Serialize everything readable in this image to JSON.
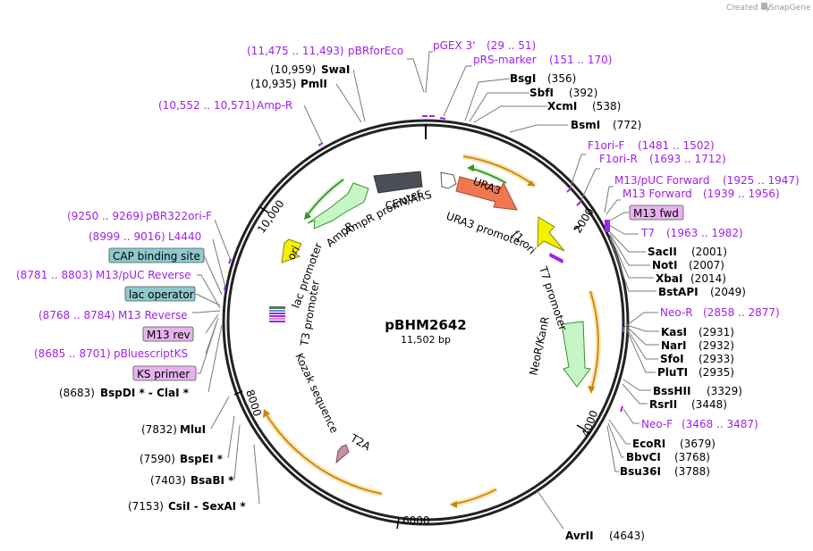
{
  "credit": {
    "prefix": "Created by",
    "brand": "SnapGene"
  },
  "plasmid": {
    "name": "pBHM2642",
    "length_label": "11,502 bp"
  },
  "ticks": [
    "2000",
    "4000",
    "6000",
    "8000",
    "10,000"
  ],
  "sites_right": [
    {
      "name": "BsgI",
      "pos": "(356)"
    },
    {
      "name": "SbfI",
      "pos": "(392)"
    },
    {
      "name": "XcmI",
      "pos": "(538)"
    },
    {
      "name": "BsmI",
      "pos": "(772)"
    },
    {
      "name": "SacII",
      "pos": "(2001)"
    },
    {
      "name": "NotI",
      "pos": "(2007)"
    },
    {
      "name": "XbaI",
      "pos": "(2014)"
    },
    {
      "name": "BstAPI",
      "pos": "(2049)"
    },
    {
      "name": "KasI",
      "pos": "(2931)"
    },
    {
      "name": "NarI",
      "pos": "(2932)"
    },
    {
      "name": "SfoI",
      "pos": "(2933)"
    },
    {
      "name": "PluTI",
      "pos": "(2935)"
    },
    {
      "name": "BssHII",
      "pos": "(3329)"
    },
    {
      "name": "RsrII",
      "pos": "(3448)"
    },
    {
      "name": "EcoRI",
      "pos": "(3679)"
    },
    {
      "name": "BbvCI",
      "pos": "(3768)"
    },
    {
      "name": "Bsu36I",
      "pos": "(3788)"
    },
    {
      "name": "AvrII",
      "pos": "(4643)"
    }
  ],
  "sites_left": [
    {
      "name": "SwaI",
      "pos": "(10,959)"
    },
    {
      "name": "PmlI",
      "pos": "(10,935)"
    },
    {
      "name": "BspDI * - ClaI *",
      "pos": "(8683)"
    },
    {
      "name": "MluI",
      "pos": "(7832)"
    },
    {
      "name": "BspEI *",
      "pos": "(7590)"
    },
    {
      "name": "BsaBI *",
      "pos": "(7403)"
    },
    {
      "name": "CsiI - SexAI *",
      "pos": "(7153)"
    }
  ],
  "primers": [
    {
      "name": "pBRforEco",
      "range": "(11,475 .. 11,493)"
    },
    {
      "name": "pGEX 3'",
      "range": "(29 .. 51)"
    },
    {
      "name": "pRS-marker",
      "range": "(151 .. 170)"
    },
    {
      "name": "Amp-R",
      "range": "(10,552 .. 10,571)"
    },
    {
      "name": "F1ori-F",
      "range": "(1481 .. 1502)"
    },
    {
      "name": "F1ori-R",
      "range": "(1693 .. 1712)"
    },
    {
      "name": "M13/pUC Forward",
      "range": "(1925 .. 1947)"
    },
    {
      "name": "M13 Forward",
      "range": "(1939 .. 1956)"
    },
    {
      "name": "T7",
      "range": "(1963 .. 1982)"
    },
    {
      "name": "Neo-R",
      "range": "(2858 .. 2877)"
    },
    {
      "name": "Neo-F",
      "range": "(3468 .. 3487)"
    },
    {
      "name": "pBR322ori-F",
      "range": "(9250 .. 9269)"
    },
    {
      "name": "L4440",
      "range": "(8999 .. 9016)"
    },
    {
      "name": "M13/pUC Reverse",
      "range": "(8781 .. 8803)"
    },
    {
      "name": "M13 Reverse",
      "range": "(8768 .. 8784)"
    },
    {
      "name": "pBluescriptKS",
      "range": "(8685 .. 8701)"
    }
  ],
  "boxed_labels": [
    {
      "text": "M13 fwd",
      "fill": "#e6b3ee"
    },
    {
      "text": "CAP binding site",
      "fill": "#8ec9cf"
    },
    {
      "text": "lac operator",
      "fill": "#8ec9cf"
    },
    {
      "text": "M13 rev",
      "fill": "#e6b3ee"
    },
    {
      "text": "KS primer",
      "fill": "#e6b3ee"
    }
  ],
  "features": {
    "cen_ars": "CEN/ARS",
    "ura3": "URA3",
    "ura3_promoter": "URA3 promoter",
    "f1_ori": "f1 ori",
    "t7_promoter": "T7 promoter",
    "neo_kanr": "NeoR/KanR",
    "t2a": "T2A",
    "kozak": "Kozak sequence",
    "t3_promoter": "T3 promoter",
    "lac_promoter": "lac promoter",
    "ori": "ori",
    "ampr": "AmpR",
    "ampr_promoter": "AmpR promoter"
  },
  "colors": {
    "primer": "#a020f0",
    "backbone": "#222222",
    "orf_arc": "#c8860a",
    "orf_glow": "#fbe3b0",
    "ampr": "#c6f5c6",
    "ura3": "#f07850",
    "ori": "#f5f000",
    "cen_ars": "#4a4f57",
    "t2a": "#c890a8"
  }
}
